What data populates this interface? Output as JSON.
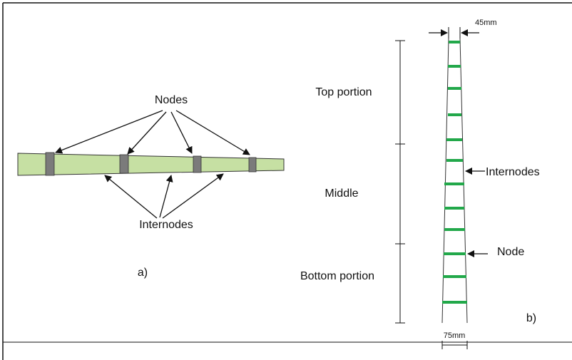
{
  "panel_a": {
    "nodes_label": "Nodes",
    "internodes_label": "Internodes",
    "caption": "a)"
  },
  "panel_b": {
    "top_width_label": "45mm",
    "bottom_width_label": "75mm",
    "top_portion_label": "Top portion",
    "middle_label": "Middle",
    "bottom_portion_label": "Bottom portion",
    "internodes_label": "Internodes",
    "node_label": "Node",
    "caption": "b)"
  },
  "colors": {
    "culm_fill": "#c6e0a3",
    "node_fill_a": "#7b7b7b",
    "node_fill_b": "#22a84a",
    "line": "#111111"
  }
}
